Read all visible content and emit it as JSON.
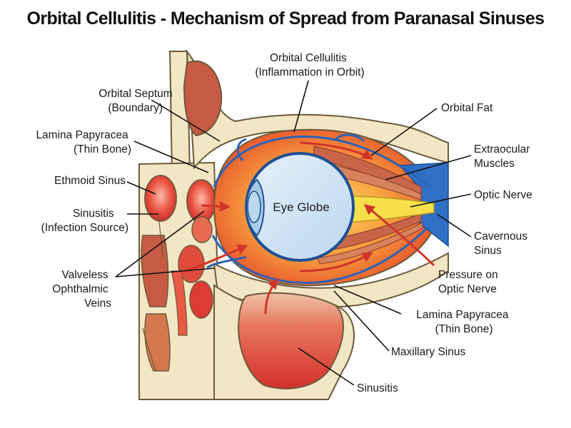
{
  "title": "Orbital Cellulitis - Mechanism of Spread from Paranasal Sinuses",
  "labels": {
    "orbital_cellulitis": [
      "Orbital Cellulitis",
      "(Inflammation in Orbit)"
    ],
    "orbital_septum": [
      "Orbital Septum",
      "(Boundary)"
    ],
    "lamina_papyracea_left": [
      "Lamina Papyracea",
      "(Thin Bone)"
    ],
    "ethmoid_sinus": [
      "Ethmoid Sinus"
    ],
    "sinusitis_left": [
      "Sinusitis",
      "(Infection Source)"
    ],
    "valveless_veins": [
      "Valveless",
      "Ophthalmic",
      "Veins"
    ],
    "orbital_fat": [
      "Orbital Fat"
    ],
    "extraocular_muscles": [
      "Extraocular",
      "Muscles"
    ],
    "optic_nerve": [
      "Optic Nerve"
    ],
    "cavernous_sinus": [
      "Cavernous",
      "Sinus"
    ],
    "pressure_optic_nerve": [
      "Pressure on",
      "Optic Nerve"
    ],
    "lamina_papyracea_right": [
      "Lamina  Papyracea",
      "(Thin Bone)"
    ],
    "maxillary_sinus": [
      "Maxillary Sinus"
    ],
    "sinusitis_bottom": [
      "Sinusitis"
    ],
    "eye_globe": "Eye Globe"
  },
  "colors": {
    "bone": "#f3e6c4",
    "bone_outline": "#6b5a3a",
    "inflammation": "#f39a3c",
    "infection": "#d9322e",
    "eye_globe": "#cfe3f3",
    "cornea": "#a9cbe6",
    "optic_nerve": "#f7e04a",
    "vein": "#2a62b8",
    "cavernous_sinus": "#2f6fc4",
    "muscle": "#c9664a",
    "arrow": "#d0342b"
  }
}
